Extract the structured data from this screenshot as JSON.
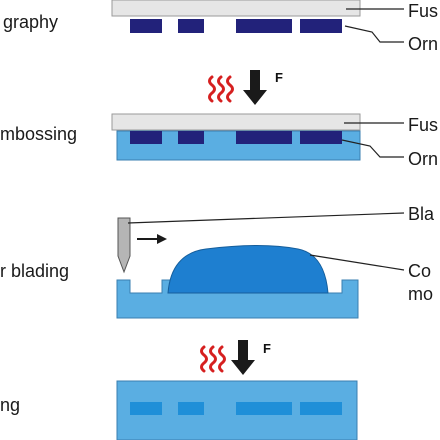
{
  "steps": {
    "lithography": "graphy",
    "embossing": "mbossing",
    "blading": "r blading",
    "final": "ng"
  },
  "callouts": {
    "fused_silica_1": "Fus",
    "ormo_1": "Orn",
    "fused_silica_2": "Fus",
    "ormo_2": "Orn",
    "blade": "Bla",
    "coating_line1": "Co",
    "coating_line2": "mo"
  },
  "force_labels": {
    "upper": "F",
    "lower": "F"
  },
  "colors": {
    "substrate_glass": "#e6e6e6",
    "ormocomp_dark": "#22227a",
    "polymer_light": "#5aaee2",
    "coating_blue": "#1e7fd0",
    "stamp_blue": "#1f8fd8",
    "heat_red": "#d62020",
    "arrow_black": "#1a1a1a",
    "blade_gray": "#b5b5b5"
  },
  "icons": {
    "heat": "heat-waves-icon",
    "force_arrow": "down-arrow-icon",
    "direction_arrow": "right-arrow-icon"
  }
}
